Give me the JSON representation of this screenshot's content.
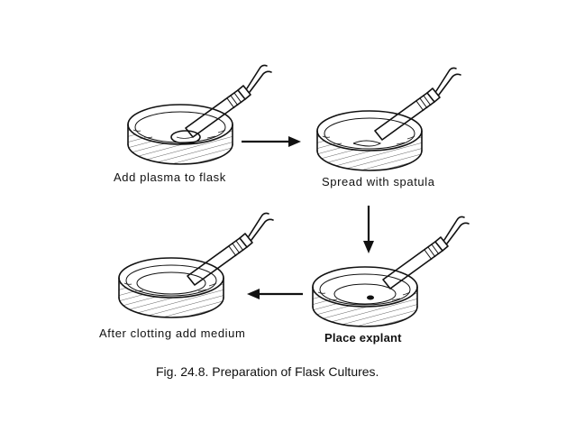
{
  "steps": [
    {
      "id": "step1",
      "label": "Add plasma to flask"
    },
    {
      "id": "step2",
      "label": "Spread with spatula"
    },
    {
      "id": "step3",
      "label": "Place explant"
    },
    {
      "id": "step4",
      "label": "After clotting add medium"
    }
  ],
  "caption": "Fig. 24.8. Preparation of Flask Cultures.",
  "colors": {
    "ink": "#111111",
    "background": "#ffffff"
  }
}
